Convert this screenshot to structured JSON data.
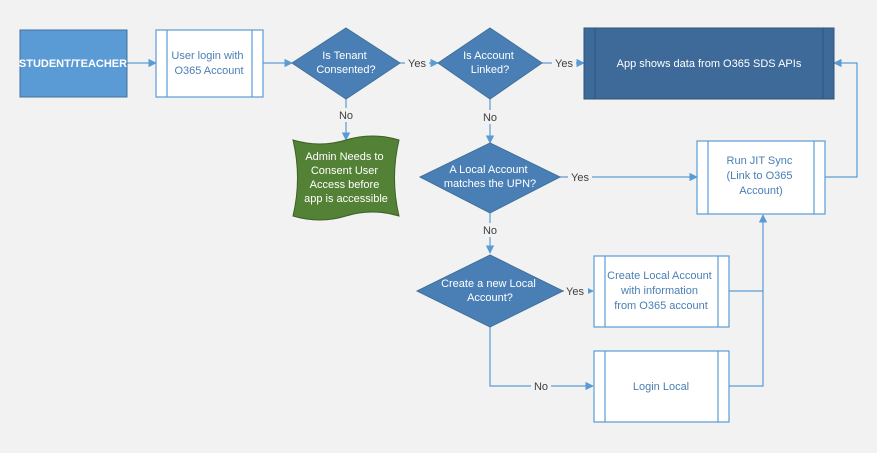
{
  "nodes": {
    "student_teacher": "STUDENT/TEACHER",
    "user_login": [
      "User login with",
      "O365 Account"
    ],
    "tenant_consented": [
      "Is Tenant",
      "Consented?"
    ],
    "account_linked": [
      "Is Account",
      "Linked?"
    ],
    "app_shows_data": "App shows data from O365 SDS APIs",
    "admin_consent": [
      "Admin Needs to",
      "Consent User",
      "Access before",
      "app is accessible"
    ],
    "local_matches_upn": [
      "A Local Account",
      "matches the UPN?"
    ],
    "run_jit_sync": [
      "Run JIT Sync",
      "(Link to O365",
      "Account)"
    ],
    "create_new_local": [
      "Create a new Local",
      "Account?"
    ],
    "create_local_account": [
      "Create Local Account",
      "with information",
      "from O365 account"
    ],
    "login_local": "Login Local"
  },
  "edge_labels": {
    "tenant_yes": "Yes",
    "linked_yes": "Yes",
    "tenant_no": "No",
    "linked_no": "No",
    "upn_yes": "Yes",
    "upn_no": "No",
    "create_yes": "Yes",
    "create_no": "No"
  },
  "colors": {
    "background": "#f2f2f2",
    "line": "#5b9bd5",
    "start_fill": "#5b9bd5",
    "decision_fill": "#4a7fb5",
    "result_fill": "#3e6a99",
    "admin_fill": "#538135",
    "box_fill": "#ffffff"
  }
}
